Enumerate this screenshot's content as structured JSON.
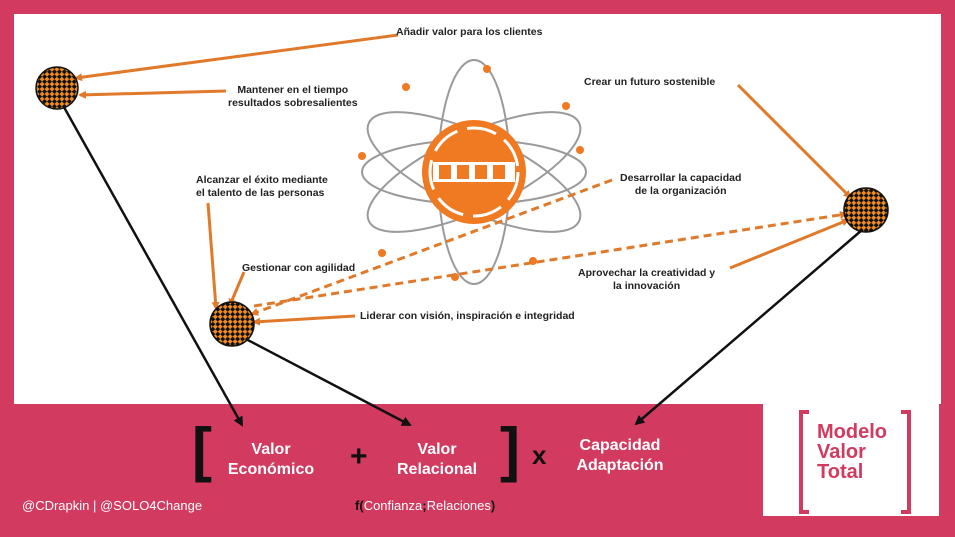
{
  "labels": {
    "anadir": "Añadir valor para los clientes",
    "mantener_1": "Mantener en el tiempo",
    "mantener_2": "resultados sobresalientes",
    "alcanzar_1": "Alcanzar el éxito mediante",
    "alcanzar_2": "el talento de las personas",
    "gestionar": "Gestionar con agilidad",
    "liderar": "Liderar con visión, inspiración e integridad",
    "crear": "Crear un futuro sostenible",
    "desarrollar_1": "Desarrollar la capacidad",
    "desarrollar_2": "de la organización",
    "aprovechar_1": "Aprovechar la creatividad y",
    "aprovechar_2": "la innovación"
  },
  "formula": {
    "valor_economico_1": "Valor",
    "valor_economico_2": "Económico",
    "plus": "+",
    "valor_relacional_1": "Valor",
    "valor_relacional_2": "Relacional",
    "times": "x",
    "capacidad_1": "Capacidad",
    "capacidad_2": "Adaptación",
    "func_prefix": "f",
    "func_body": "Confianza",
    "func_sep": ";",
    "func_body2": "Relaciones",
    "func_open": "(",
    "func_close": ")"
  },
  "handles": "@CDrapkin  |  @SOLO4Change",
  "logo": {
    "line1": "Modelo",
    "line2": "Valor",
    "line3": "Total"
  },
  "colors": {
    "background": "#d33a5f",
    "arrow": "#e07a2a",
    "node": "#f08a20"
  }
}
